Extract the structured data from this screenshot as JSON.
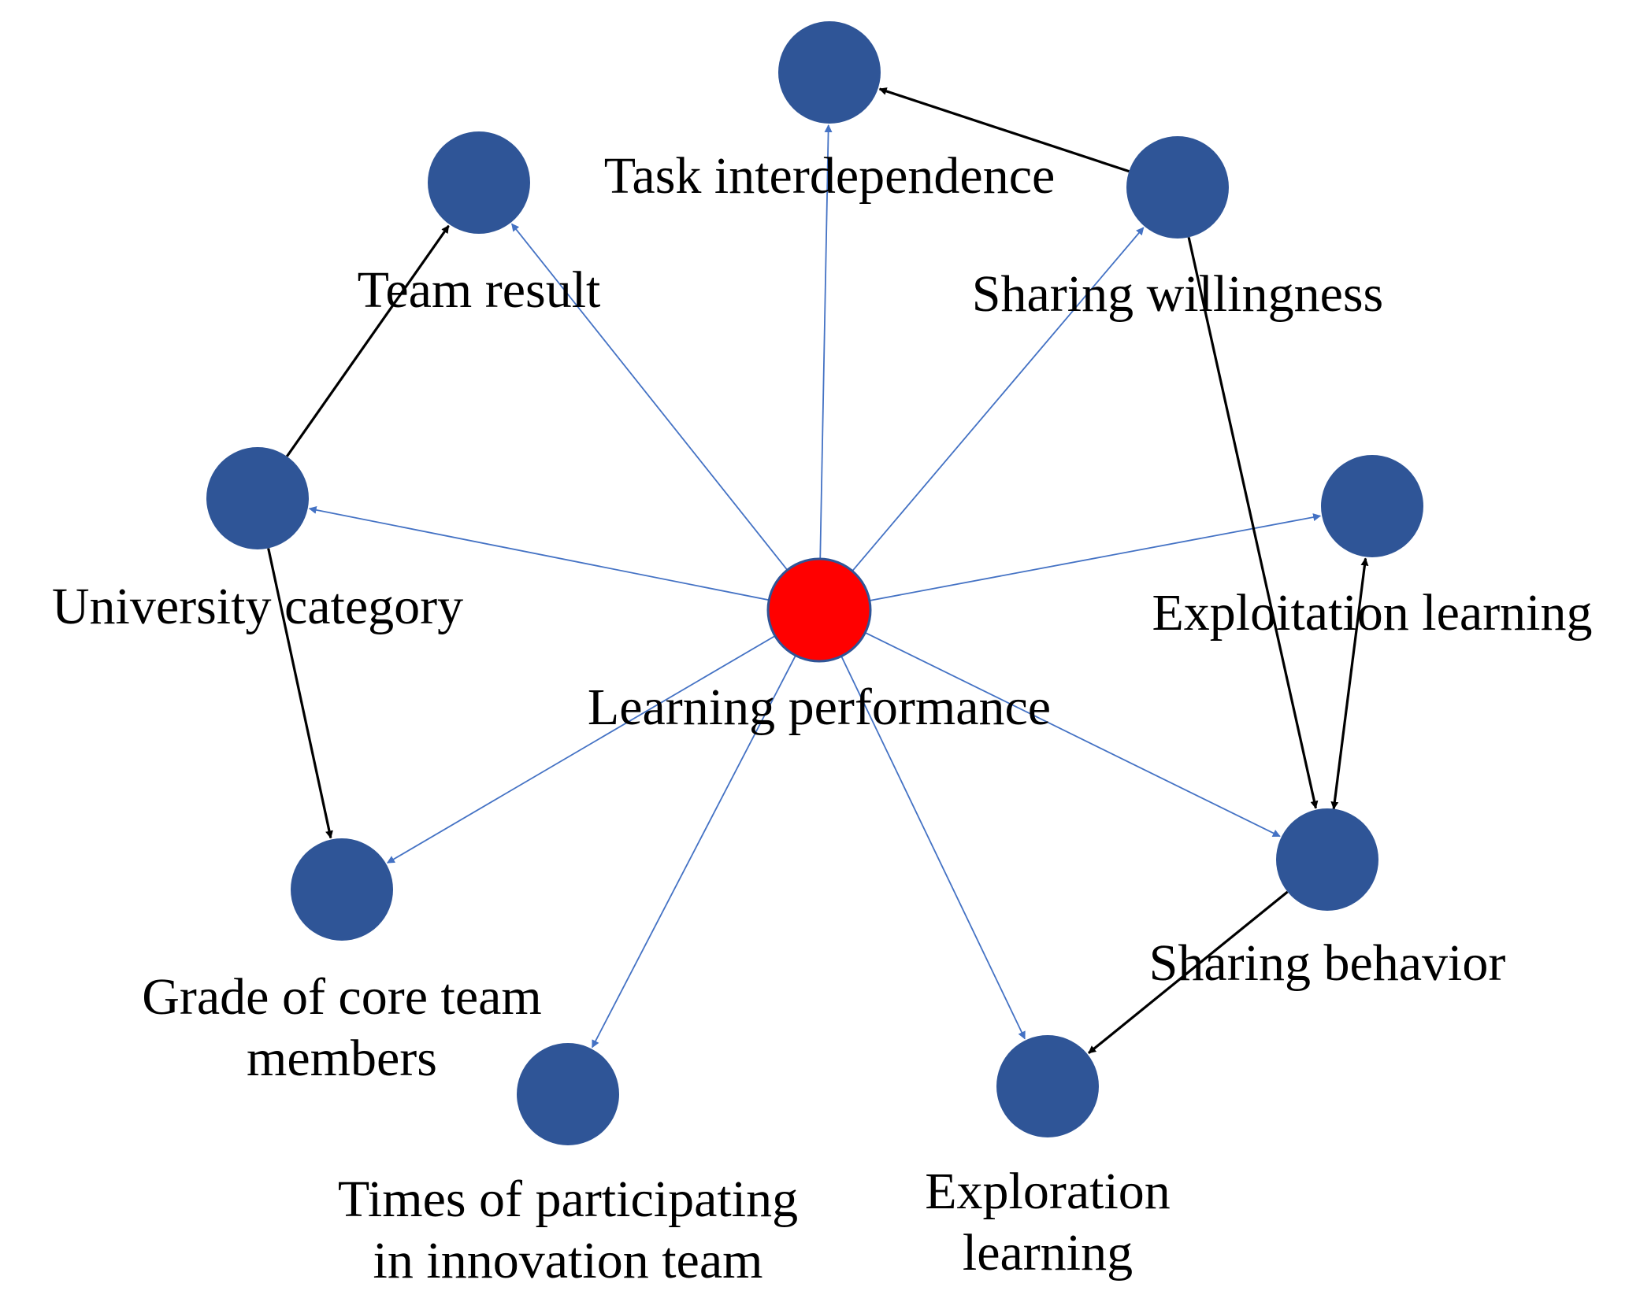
{
  "colors": {
    "background": "#ffffff",
    "node_fill": "#2f5597",
    "center_fill": "#ff0000",
    "center_stroke": "#2f5597",
    "edge_blue": "#4472c4",
    "edge_black": "#000000"
  },
  "nodes": [
    {
      "id": "learning-performance",
      "lines": [
        "Learning performance"
      ],
      "center": true
    },
    {
      "id": "task-interdependence",
      "lines": [
        "Task interdependence"
      ]
    },
    {
      "id": "team-result",
      "lines": [
        "Team result"
      ]
    },
    {
      "id": "sharing-willingness",
      "lines": [
        "Sharing willingness"
      ]
    },
    {
      "id": "university-category",
      "lines": [
        "University category"
      ]
    },
    {
      "id": "exploitation-learning",
      "lines": [
        "Exploitation learning"
      ]
    },
    {
      "id": "grade-core-members",
      "lines": [
        "Grade of core team",
        "members"
      ]
    },
    {
      "id": "sharing-behavior",
      "lines": [
        "Sharing behavior"
      ]
    },
    {
      "id": "times-participating",
      "lines": [
        "Times of participating",
        "in innovation team"
      ]
    },
    {
      "id": "exploration-learning",
      "lines": [
        "Exploration",
        "learning"
      ]
    }
  ],
  "edges": [
    {
      "from": "learning-performance",
      "to": "task-interdependence",
      "style": "blue"
    },
    {
      "from": "learning-performance",
      "to": "team-result",
      "style": "blue"
    },
    {
      "from": "learning-performance",
      "to": "sharing-willingness",
      "style": "blue"
    },
    {
      "from": "learning-performance",
      "to": "university-category",
      "style": "blue"
    },
    {
      "from": "learning-performance",
      "to": "exploitation-learning",
      "style": "blue"
    },
    {
      "from": "learning-performance",
      "to": "grade-core-members",
      "style": "blue"
    },
    {
      "from": "learning-performance",
      "to": "sharing-behavior",
      "style": "blue"
    },
    {
      "from": "learning-performance",
      "to": "times-participating",
      "style": "blue"
    },
    {
      "from": "learning-performance",
      "to": "exploration-learning",
      "style": "blue"
    },
    {
      "from": "sharing-willingness",
      "to": "task-interdependence",
      "style": "black"
    },
    {
      "from": "university-category",
      "to": "team-result",
      "style": "black"
    },
    {
      "from": "university-category",
      "to": "grade-core-members",
      "style": "black"
    },
    {
      "from": "sharing-willingness",
      "to": "sharing-behavior",
      "style": "black"
    },
    {
      "from": "sharing-behavior",
      "to": "exploitation-learning",
      "style": "black",
      "bidirectional": true
    },
    {
      "from": "sharing-behavior",
      "to": "exploration-learning",
      "style": "black"
    }
  ]
}
